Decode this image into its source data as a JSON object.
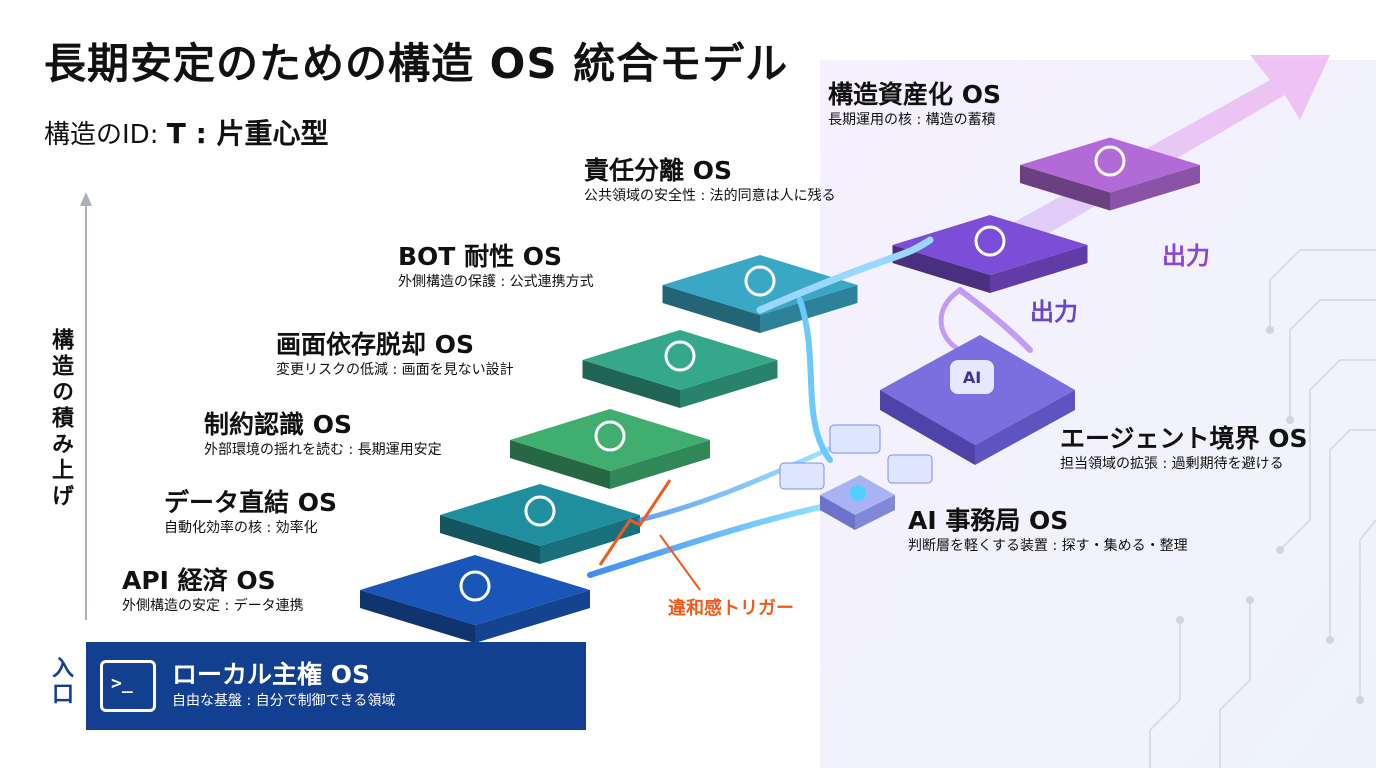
{
  "title": "長期安定のための構造 OS 統合モデル",
  "subtitle": {
    "prefix": "構造のID: ",
    "value": "T : 片重心型"
  },
  "axis_label": "構造の積み上げ",
  "entry_label": "入口",
  "layers": [
    {
      "name": "ローカル主権 OS",
      "desc": "自由な基盤 : 自分で制御できる領域",
      "icon": "terminal-icon",
      "color": "#123f8f"
    },
    {
      "name": "API 経済 OS",
      "desc": "外側構造の安定 : データ連携",
      "icon": "plug-globe-icon",
      "color": "#1a56b8"
    },
    {
      "name": "データ直結 OS",
      "desc": "自動化効率の核 : 効率化",
      "icon": "database-icon",
      "color": "#1f8fa0"
    },
    {
      "name": "制約認識 OS",
      "desc": "外部環境の揺れを読む : 長期運用安定",
      "icon": "gears-lock-icon",
      "color": "#3fae6f"
    },
    {
      "name": "画面依存脱却 OS",
      "desc": "変更リスクの低減 : 画面を見ない設計",
      "icon": "no-screen-icon",
      "color": "#35a88a"
    },
    {
      "name": "BOT 耐性 OS",
      "desc": "外側構造の保護 : 公式連携方式",
      "icon": "shield-check-icon",
      "color": "#3aa7c4"
    },
    {
      "name": "責任分離 OS",
      "desc": "公共領域の安全性 : 法的同意は人に残る",
      "icon": "handshake-icon",
      "color": "#7c4dd6"
    },
    {
      "name": "構造資産化 OS",
      "desc": "長期運用の核 : 構造の蓄積",
      "icon": "crystal-chart-icon",
      "color": "#b26ad6"
    }
  ],
  "side_layers": [
    {
      "name": "エージェント境界 OS",
      "desc": "担当領域の拡張 : 過剰期待を避ける",
      "icon": "ai-chip-icon",
      "color": "#6b5fd6"
    },
    {
      "name": "AI 事務局 OS",
      "desc": "判断層を軽くする装置 : 探す・集める・整理",
      "icon": "hub-device-icon",
      "color": "#5a6ad8"
    }
  ],
  "outputs": [
    "出力",
    "出力"
  ],
  "trigger": "違和感トリガー",
  "colors": {
    "output": "#8a46d6",
    "trigger": "#f05a1a",
    "flow": "#49b6ff"
  }
}
